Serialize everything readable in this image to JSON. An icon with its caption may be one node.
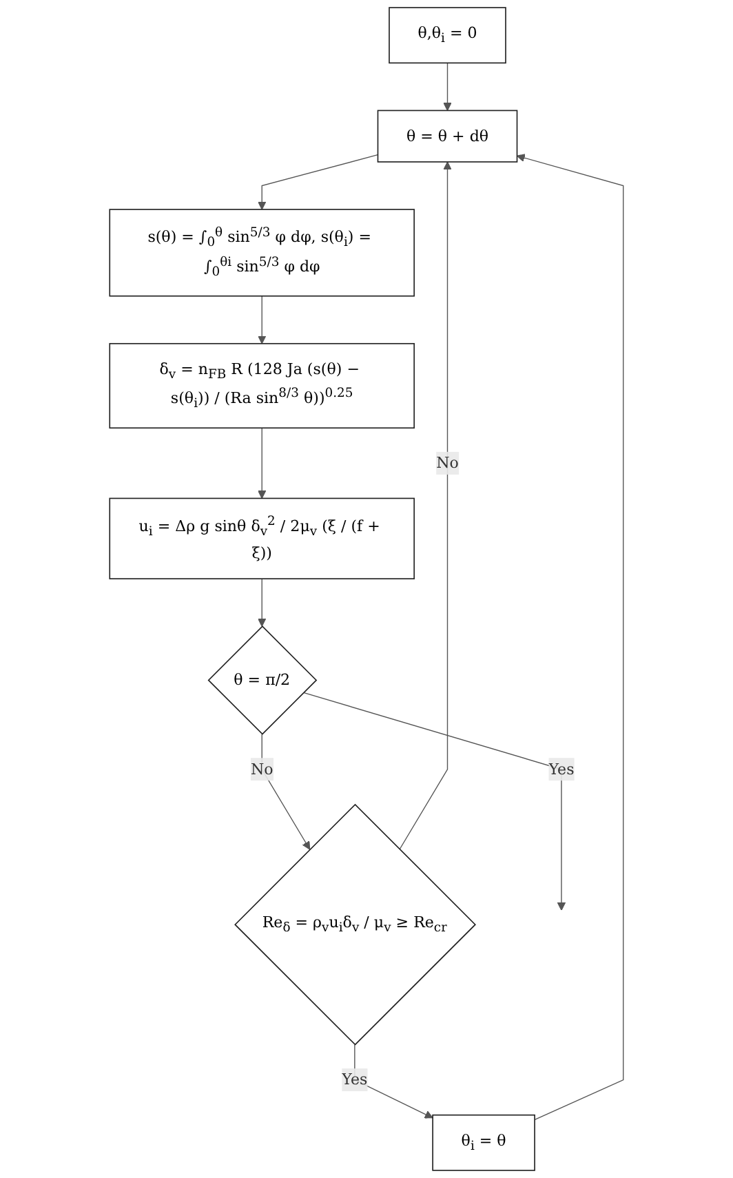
{
  "diagram": {
    "nodes": [
      {
        "text": [
          "θ,θ$_{i}$ = 0"
        ]
      },
      {
        "text": [
          "θ = θ + dθ"
        ]
      },
      {
        "text": [
          "s(θ) = ∫$_{0}$$^{θ}$ sin$^{5/3}$ φ dφ, s(θ$_{i}$) = ∫$_{0}$$^{θi}$ sin$^{5/3}$ φ dφ"
        ]
      },
      {
        "text": [
          "δ$_{v}$ = n$_{FB}$ R (128 Ja (s(θ) − s(θ$_{i}$)) / (Ra sin$^{8/3}$ θ))$^{0.25}$"
        ]
      },
      {
        "text": [
          "u$_{i}$ = Δρ g sinθ δ$_{v}$$^{2}$ / 2μ$_{v}$ (ξ / (f + ξ))"
        ]
      },
      {
        "text": [
          "θ = π/2"
        ]
      },
      {
        "text": [
          "Re$_{δ}$ = ρ$_{v}$u$_{i}$δ$_{v}$ / μ$_{v}$ ≥ Re$_{cr}$"
        ]
      },
      {
        "text": [
          "θ$_{i}$ = θ"
        ]
      }
    ],
    "edges": [
      {
        "from": 0,
        "to": 1,
        "arrow": "to"
      },
      {
        "from": 1,
        "to": 2,
        "arrow": "to"
      },
      {
        "from": 2,
        "to": 3,
        "arrow": "to"
      },
      {
        "from": 3,
        "to": 4,
        "arrow": "to"
      },
      {
        "from": 4,
        "to": 5,
        "arrow": "to"
      },
      {
        "from": 5,
        "to": 6,
        "arrow": "to",
        "label": "No"
      },
      {
        "from": 5,
        "to": null,
        "arrow": "to",
        "label": "Yes"
      },
      {
        "from": 6,
        "to": 7,
        "arrow": "to",
        "label": "Yes"
      },
      {
        "from": 6,
        "to": 1,
        "arrow": "to",
        "label": "No"
      },
      {
        "from": 7,
        "to": 1,
        "arrow": "to"
      }
    ]
  }
}
